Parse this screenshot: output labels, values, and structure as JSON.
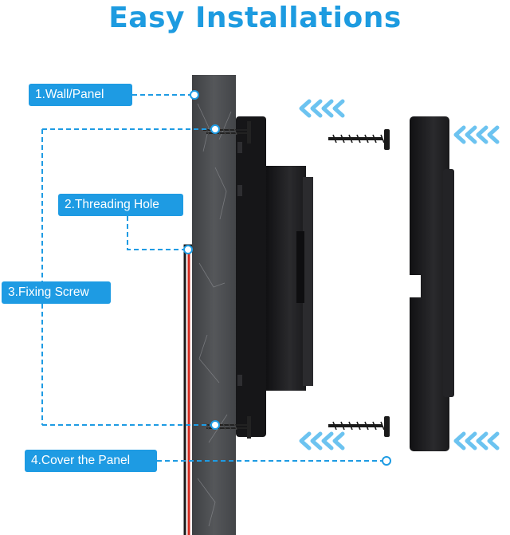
{
  "title": "Easy Installations",
  "labels": {
    "wall_panel": "1.Wall/Panel",
    "threading_hole": "2.Threading Hole",
    "fixing_screw": "3.Fixing Screw",
    "cover_panel": "4.Cover the Panel"
  },
  "colors": {
    "accent": "#1e9be3",
    "title": "#1d9be0",
    "arrow": "#6cc3f0",
    "wall": "#4a4c4f",
    "device": "#1c1c1e",
    "wire_red": "#d42a1f"
  },
  "icons": [
    "chevron-left-arrows-icon",
    "screw-icon"
  ]
}
